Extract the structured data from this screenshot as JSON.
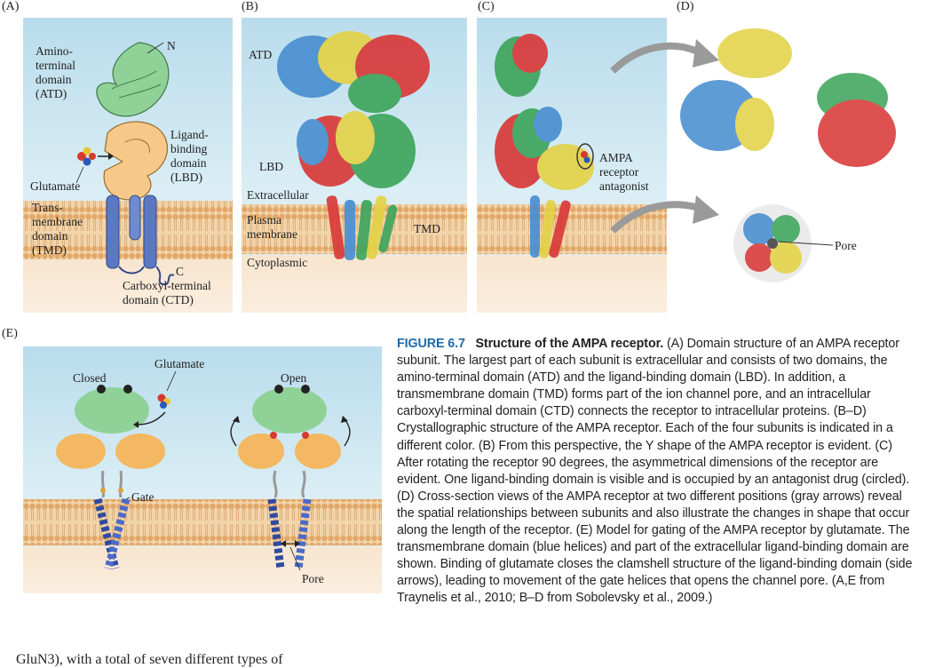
{
  "panels": {
    "A": {
      "letter": "(A)",
      "labels": {
        "atd": [
          "Amino-",
          "terminal",
          "domain",
          "(ATD)"
        ],
        "n": "N",
        "lbd": [
          "Ligand-",
          "binding",
          "domain",
          "(LBD)"
        ],
        "glutamate": "Glutamate",
        "tmd": [
          "Trans-",
          "membrane",
          "domain",
          "(TMD)"
        ],
        "c": "C",
        "ctd": [
          "Carboxyl-terminal",
          "domain (CTD)"
        ]
      }
    },
    "B": {
      "letter": "(B)",
      "labels": {
        "atd": "ATD",
        "lbd": "LBD",
        "extracellular": "Extracellular",
        "plasma_membrane": [
          "Plasma",
          "membrane"
        ],
        "tmd": "TMD",
        "cytoplasmic": "Cytoplasmic"
      }
    },
    "C": {
      "letter": "(C)",
      "labels": {
        "antagonist": [
          "AMPA",
          "receptor",
          "antagonist"
        ]
      }
    },
    "D": {
      "letter": "(D)",
      "labels": {
        "pore": "Pore"
      }
    },
    "E": {
      "letter": "(E)",
      "labels": {
        "closed": "Closed",
        "glutamate": "Glutamate",
        "open": "Open",
        "gate": "Gate",
        "pore": "Pore"
      }
    }
  },
  "caption": {
    "figure_number": "FIGURE 6.7",
    "title": "Structure of the AMPA receptor.",
    "text": "(A) Domain structure of an AMPA receptor subunit. The largest part of each subunit is extracellular and consists of two domains, the amino-terminal domain (ATD) and the ligand-binding domain (LBD). In addition, a transmembrane domain (TMD) forms part of the ion channel pore, and an intracellular carboxyl-terminal domain (CTD) connects the receptor to intracellular proteins. (B–D) Crystallographic structure of the AMPA receptor. Each of the four subunits is indicated in a different color. (B) From this perspective, the Y shape of the AMPA receptor is evident. (C) After rotating the receptor 90 degrees, the asymmetrical dimensions of the receptor are evident. One ligand-binding domain is visible and is occupied by an antagonist drug (circled). (D) Cross-section views of the AMPA receptor at two different positions (gray arrows) reveal the spatial relationships between subunits and also illustrate the changes in shape that occur along the length of the receptor. (E) Model for gating of the AMPA receptor by glutamate. The transmembrane domain (blue helices) and part of the extracellular ligand-binding domain are shown. Binding of glutamate closes the clamshell structure of the ligand-binding domain (side arrows), leading to movement of the gate helices that opens the channel pore. (A,E from Traynelis et al., 2010; B–D from Sobolevsky et al., 2009.)"
  },
  "body_text": "GluN3), with a total of seven different types of",
  "colors": {
    "sky": "#bfe0ee",
    "membrane_band": "#e7b985",
    "atd_green": "#8ccf93",
    "lbd_orange": "#f6c98a",
    "helix_blue": "#5b78c2",
    "caption_blue": "#1f6aa8"
  }
}
